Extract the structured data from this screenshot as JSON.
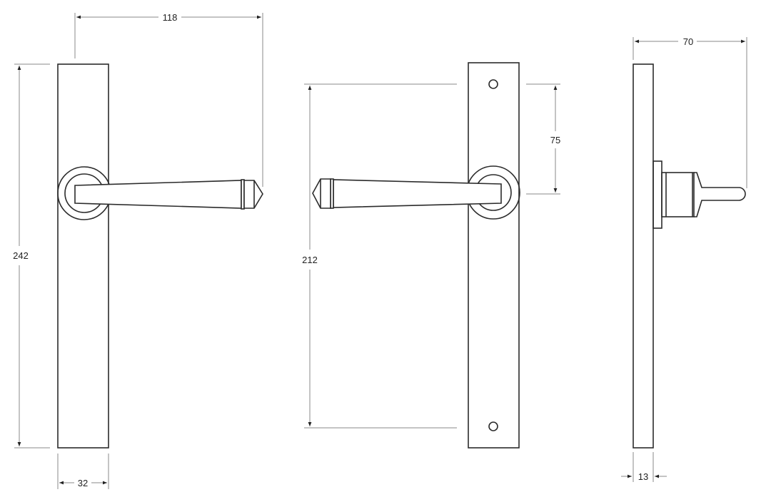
{
  "diagram": {
    "type": "technical-drawing",
    "subject": "Lever handle on backplate — three orthographic views",
    "views": [
      {
        "name": "front-view-left",
        "dimensions": {
          "projection": "118",
          "height": "242",
          "width": "32"
        }
      },
      {
        "name": "rear-view-fixing",
        "dimensions": {
          "fixing_centres": "212",
          "spindle_to_fixing": "75"
        }
      },
      {
        "name": "side-view",
        "dimensions": {
          "depth": "70",
          "plate_thickness": "13"
        }
      }
    ],
    "labels": {
      "projection": "118",
      "plate_height": "242",
      "plate_width": "32",
      "fixing_centres": "212",
      "spindle_offset": "75",
      "handle_depth": "70",
      "plate_thickness": "13"
    },
    "colors": {
      "line": "#2b2b2b",
      "dimension": "#888888",
      "background": "#ffffff"
    }
  }
}
